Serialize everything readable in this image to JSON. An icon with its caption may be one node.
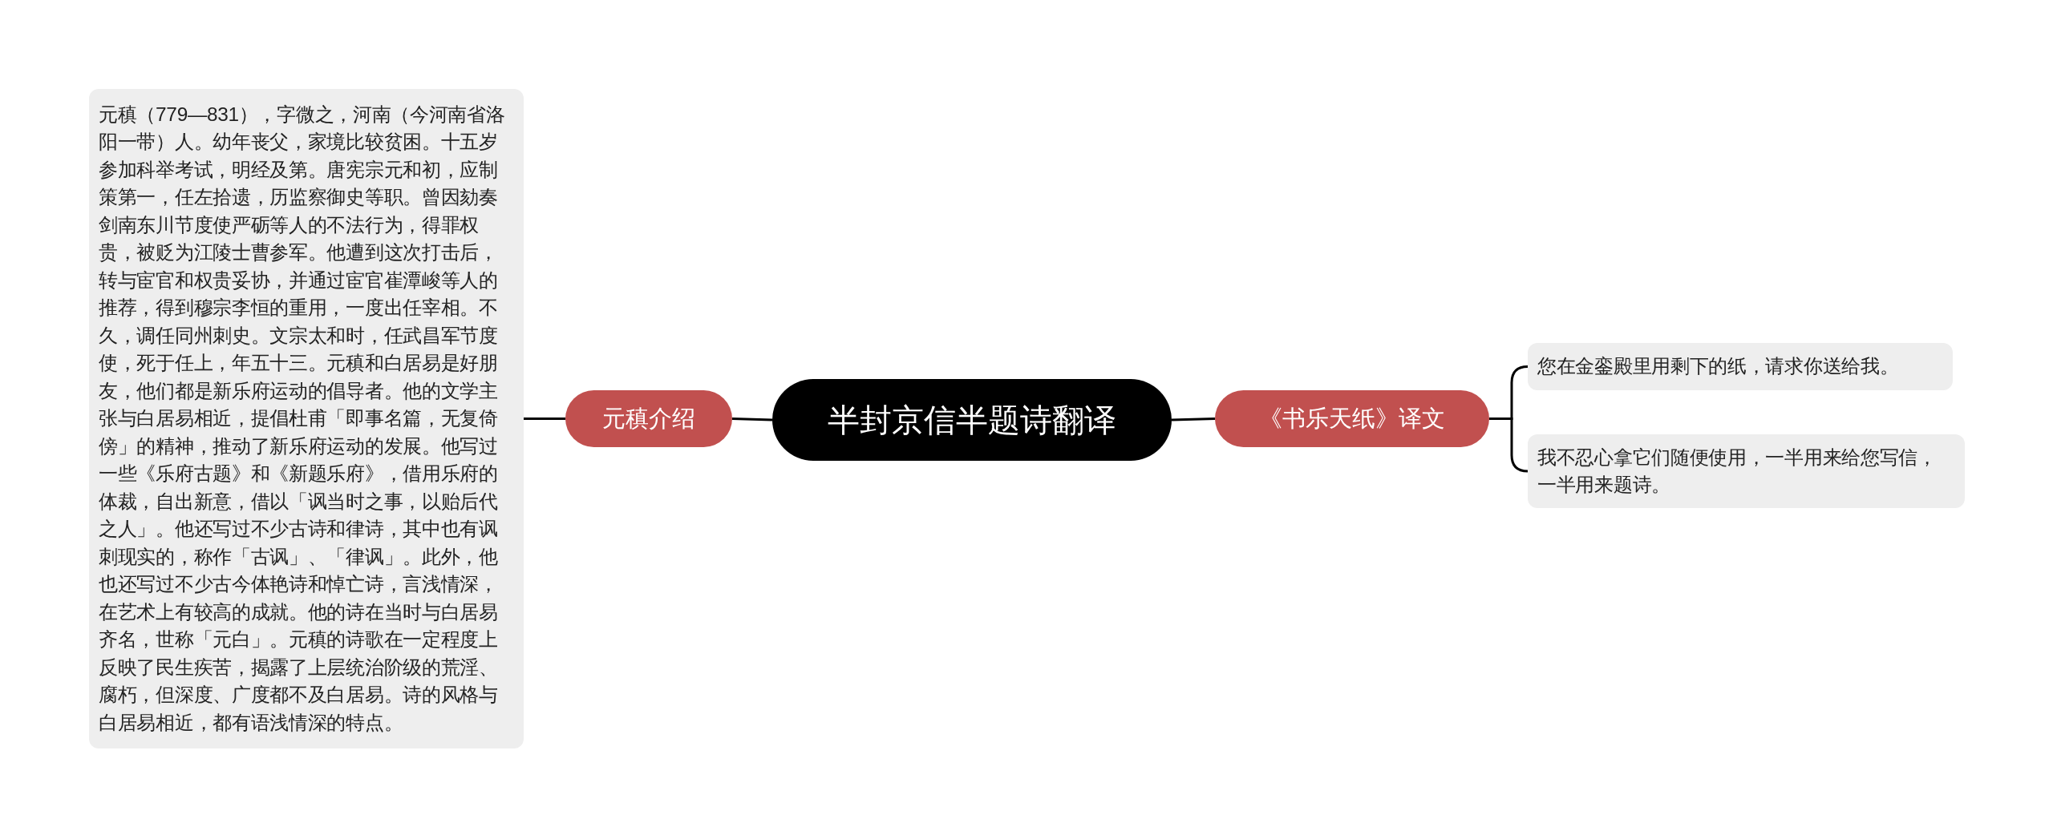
{
  "diagram": {
    "nodes": [
      {
        "text": [
          "半封京信半题诗翻译"
        ]
      },
      {
        "text": [
          "元稹介绍"
        ]
      },
      {
        "text": [
          "元稹（779—831），字微之，河南（今河南省洛阳一带）人。幼年丧父，家境比较贫困。十五岁参加科举考试，明经及第。唐宪宗元和初，应制策第一，任左拾遗，历监察御史等职。曾因劾奏剑南东川节度使严砺等人的不法行为，得罪权贵，被贬为江陵士曹参军。他遭到这次打击后，转与宦官和权贵妥协，并通过宦官崔潭峻等人的推荐，得到穆宗李恒的重用，一度出任宰相。不久，调任同州刺史。文宗太和时，任武昌军节度使，死于任上，年五十三。元稹和白居易是好朋友，他们都是新乐府运动的倡导者。他的文学主张与白居易相近，提倡杜甫「即事名篇，无复倚傍」的精神，推动了新乐府运动的发展。他写过一些《乐府古题》和《新题乐府》，借用乐府的体裁，自出新意，借以「讽当时之事，以贻后代之人」。他还写过不少古诗和律诗，其中也有讽刺现实的，称作「古讽」、「律讽」。此外，他也还写过不少古今体艳诗和悼亡诗，言浅情深，在艺术上有较高的成就。他的诗在当时与白居易齐名，世称「元白」。元稹的诗歌在一定程度上反映了民生疾苦，揭露了上层统治阶级的荒淫、腐朽，但深度、广度都不及白居易。诗的风格与白居易相近，都有语浅情深的特点。"
        ]
      },
      {
        "text": [
          "《书乐天纸》译文"
        ]
      },
      {
        "text": [
          "您在金銮殿里用剩下的纸，请求你送给我。"
        ]
      },
      {
        "text": [
          "我不忍心拿它们随便使用，一半用来给您写信，一半用来题诗。"
        ]
      }
    ],
    "edges": [
      {
        "from": 0,
        "to": 1,
        "arrow": "none"
      },
      {
        "from": 1,
        "to": 2,
        "arrow": "none"
      },
      {
        "from": 0,
        "to": 3,
        "arrow": "none"
      },
      {
        "from": 3,
        "to": 4,
        "arrow": "none"
      },
      {
        "from": 3,
        "to": 5,
        "arrow": "none"
      }
    ]
  }
}
